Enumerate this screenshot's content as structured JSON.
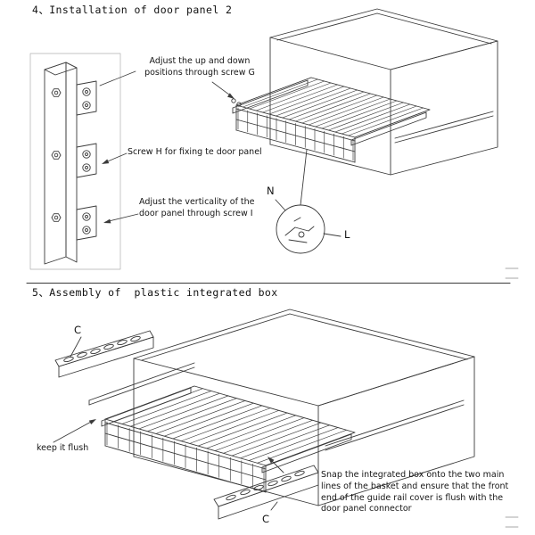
{
  "colors": {
    "line": "#3a3a3a",
    "text": "#141414",
    "frame": "#b0b0b0"
  },
  "section4": {
    "number": "4、",
    "title": "Installation of door panel 2",
    "annotation_screw_g": "Adjust the up and down\npositions through screw G",
    "annotation_screw_h": "Screw H for fixing te door panel",
    "annotation_screw_i": "Adjust the verticality of the\ndoor panel through screw I",
    "detail_label_n": "N",
    "detail_label_l": "L"
  },
  "section5": {
    "number": "5、",
    "title": "Assembly of  plastic integrated box",
    "label_c_rail": "C",
    "label_c_box": "C",
    "annotation_keep_flush": "keep it flush",
    "annotation_snap": "Snap the integrated box onto the two main\nlines of the basket and ensure that the front\nend of the guide rail cover is flush with the\ndoor panel connector"
  }
}
